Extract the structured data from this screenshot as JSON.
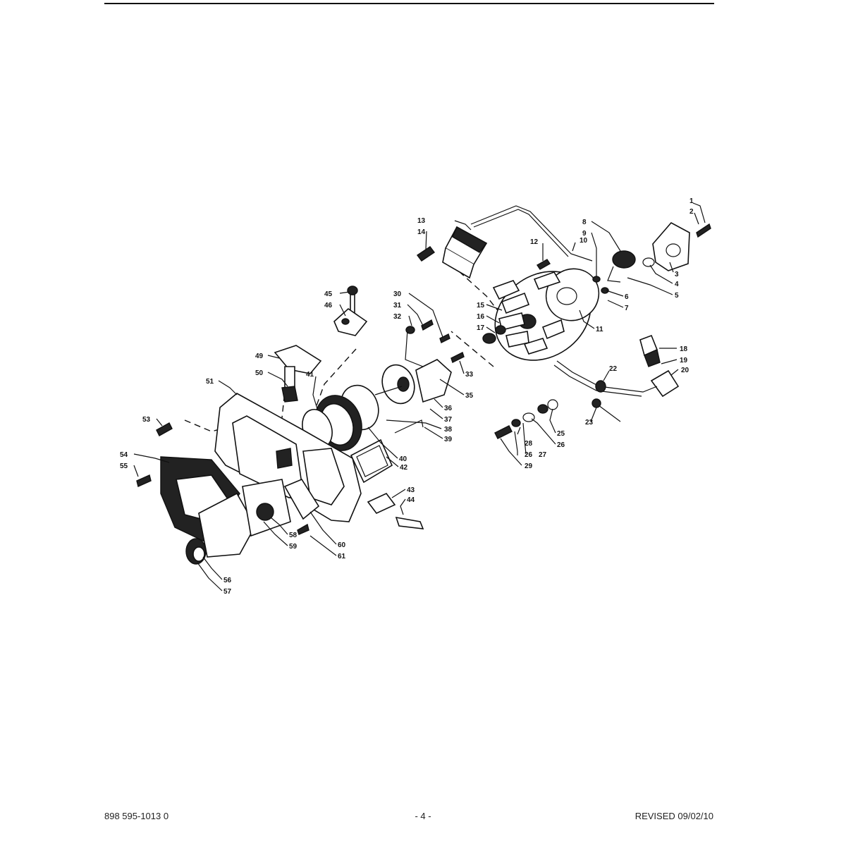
{
  "footer": {
    "part_number": "898 595-1013 0",
    "page": "- 4 -",
    "revision": "REVISED 09/02/10"
  },
  "callouts": [
    "1",
    "2",
    "3",
    "4",
    "5",
    "6",
    "7",
    "8",
    "9",
    "10",
    "11",
    "12",
    "13",
    "14",
    "15",
    "16",
    "17",
    "18",
    "19",
    "20",
    "22",
    "23",
    "25",
    "26",
    "26",
    "27",
    "28",
    "29",
    "30",
    "31",
    "32",
    "33",
    "35",
    "36",
    "37",
    "38",
    "39",
    "40",
    "41",
    "42",
    "43",
    "44",
    "45",
    "46",
    "49",
    "50",
    "51",
    "53",
    "54",
    "55",
    "56",
    "57",
    "58",
    "59",
    "60",
    "61"
  ]
}
